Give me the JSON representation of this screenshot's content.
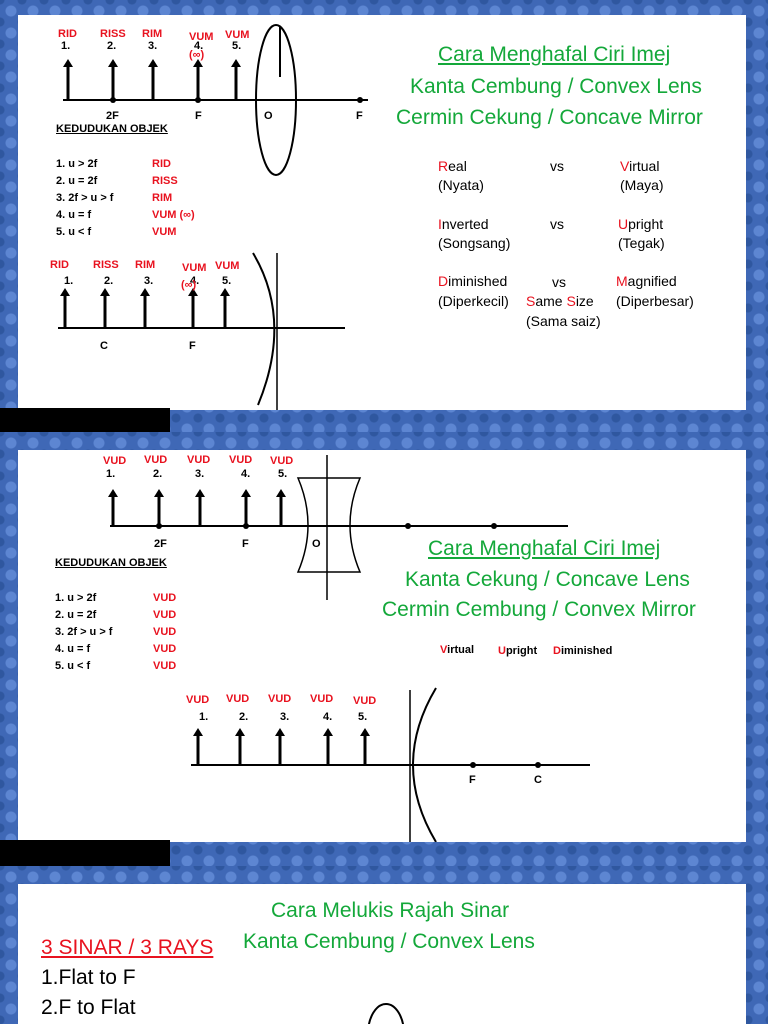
{
  "slide1": {
    "title_lines": [
      "Cara Menghafal Ciri Imej",
      "Kanta Cembung / Convex Lens",
      "Cermin Cekung / Concave Mirror"
    ],
    "top_diagram": {
      "image_labels": [
        "RID",
        "RISS",
        "RIM",
        "VUM",
        "VUM"
      ],
      "numbers": [
        "1.",
        "2.",
        "3.",
        "4.",
        "5."
      ],
      "infinity": "(∞)",
      "axis_points": [
        "2F",
        "F",
        "O",
        "F"
      ]
    },
    "kedudukan_heading": "KEDUDUKAN OBJEK",
    "conditions": [
      {
        "cond": "1. u > 2f",
        "char": "RID"
      },
      {
        "cond": "2. u = 2f",
        "char": "RISS"
      },
      {
        "cond": "3. 2f > u > f",
        "char": "RIM"
      },
      {
        "cond": "4. u = f",
        "char": "VUM (∞)"
      },
      {
        "cond": "5. u < f",
        "char": "VUM"
      }
    ],
    "bottom_diagram": {
      "image_labels": [
        "RID",
        "RISS",
        "RIM",
        "VUM",
        "VUM"
      ],
      "numbers": [
        "1.",
        "2.",
        "3.",
        "4.",
        "5."
      ],
      "infinity": "(∞)",
      "axis_points": [
        "C",
        "F"
      ]
    },
    "properties": [
      {
        "left_first": "R",
        "left_rest": "eal",
        "left_sub": "(Nyata)",
        "vs": "vs",
        "right_first": "V",
        "right_rest": "irtual",
        "right_sub": "(Maya)"
      },
      {
        "left_first": "I",
        "left_rest": "nverted",
        "left_sub": "(Songsang)",
        "vs": "vs",
        "right_first": "U",
        "right_rest": "pright",
        "right_sub": "(Tegak)"
      },
      {
        "left_first": "D",
        "left_rest": "iminished",
        "left_sub": "(Diperkecil)",
        "vs": "vs",
        "right_first": "M",
        "right_rest": "agnified",
        "right_sub": "(Diperbesar)"
      }
    ],
    "same_size": {
      "s1": "S",
      "s1_rest": "ame ",
      "s2": "S",
      "s2_rest": "ize",
      "sub": "(Sama saiz)"
    }
  },
  "slide2": {
    "title_lines": [
      "Cara Menghafal Ciri Imej",
      "Kanta Cekung / Concave Lens",
      "Cermin Cembung / Convex Mirror"
    ],
    "top_diagram": {
      "image_labels": [
        "VUD",
        "VUD",
        "VUD",
        "VUD",
        "VUD"
      ],
      "numbers": [
        "1.",
        "2.",
        "3.",
        "4.",
        "5."
      ],
      "axis_points": [
        "2F",
        "F",
        "O"
      ]
    },
    "kedudukan_heading": "KEDUDUKAN OBJEK",
    "conditions": [
      {
        "cond": "1. u > 2f",
        "char": "VUD"
      },
      {
        "cond": "2. u = 2f",
        "char": "VUD"
      },
      {
        "cond": "3. 2f > u > f",
        "char": "VUD"
      },
      {
        "cond": "4. u = f",
        "char": "VUD"
      },
      {
        "cond": "5. u < f",
        "char": "VUD"
      }
    ],
    "vud": [
      {
        "first": "V",
        "rest": "irtual"
      },
      {
        "first": "U",
        "rest": "pright"
      },
      {
        "first": "D",
        "rest": "iminished"
      }
    ],
    "bottom_diagram": {
      "image_labels": [
        "VUD",
        "VUD",
        "VUD",
        "VUD",
        "VUD"
      ],
      "numbers": [
        "1.",
        "2.",
        "3.",
        "4.",
        "5."
      ],
      "axis_points": [
        "F",
        "C"
      ]
    }
  },
  "slide3": {
    "title_lines": [
      "Cara Melukis Rajah Sinar",
      "Kanta Cembung / Convex Lens"
    ],
    "rays_heading": "3 SINAR / 3 RAYS",
    "rays": [
      "1.Flat to F",
      "2.F to Flat"
    ]
  },
  "colors": {
    "accent_red": "#e8121f",
    "title_green": "#14a83a",
    "frame_blue": "#3f68b6"
  }
}
